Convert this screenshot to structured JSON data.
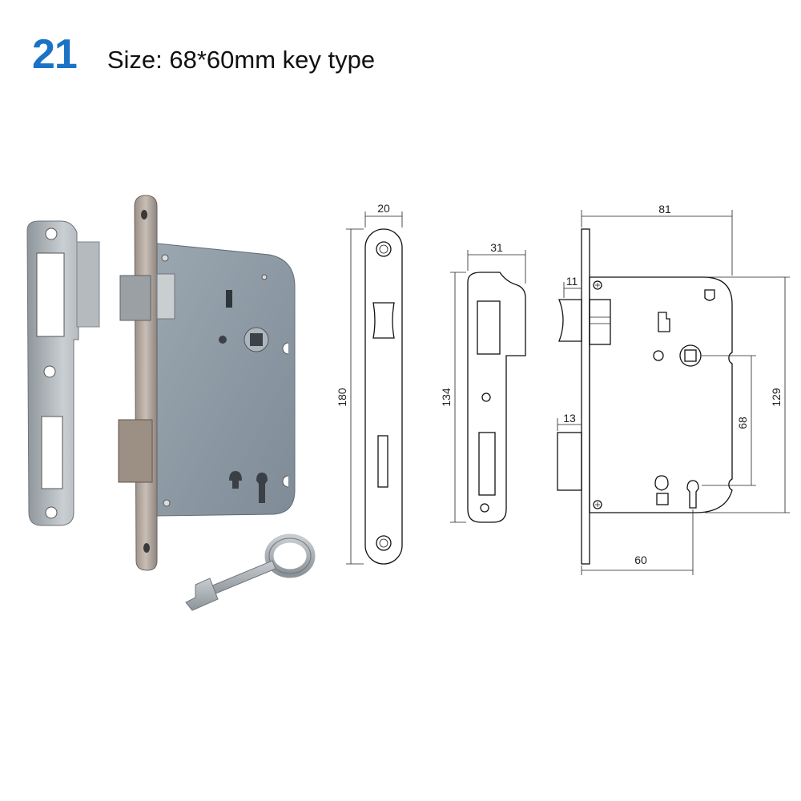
{
  "header": {
    "number": "21",
    "title": "Size: 68*60mm key type",
    "number_color": "#1b73c6"
  },
  "dimensions": {
    "faceplate_width": "20",
    "faceplate_length": "180",
    "strike_width": "31",
    "strike_length": "134",
    "body_width": "81",
    "latch_projection": "11",
    "bolt_projection": "13",
    "center_distance": "68",
    "body_height": "129",
    "backset": "60"
  },
  "colors": {
    "steel": "#a9afb3",
    "zinc_body": "#8e9aa5",
    "line": "#111111"
  }
}
